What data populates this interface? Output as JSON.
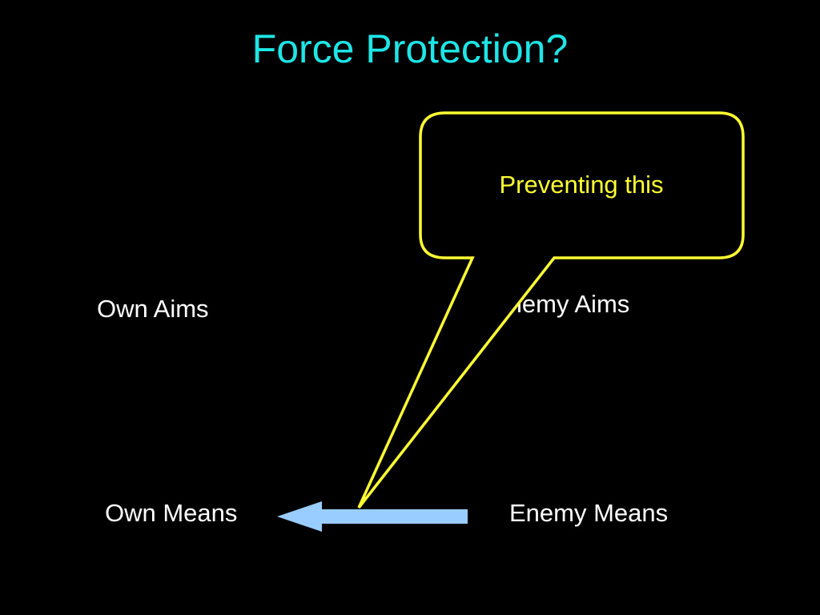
{
  "slide": {
    "title": "Force Protection?",
    "title_color": "#1ee6e6",
    "background_color": "#000000"
  },
  "nodes": {
    "own_aims": "Own Aims",
    "enemy_aims": "Enemy Aims",
    "own_means": "Own Means",
    "enemy_means": "Enemy Means"
  },
  "arrow": {
    "from": "Enemy Means",
    "to": "Own Means",
    "color": "#99ccff"
  },
  "callout": {
    "text": "Preventing this",
    "text_color": "#ffff33",
    "border_color": "#ffff33"
  }
}
